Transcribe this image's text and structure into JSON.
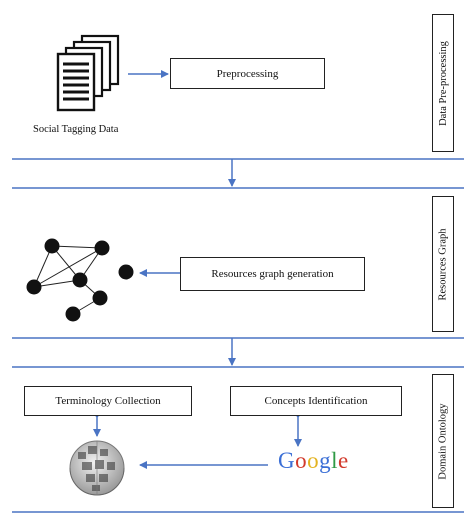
{
  "colors": {
    "arrow": "#4a74c4",
    "separator": "#4a74c4",
    "box_border": "#222222",
    "node": "#111111"
  },
  "section1": {
    "caption": "Social Tagging Data",
    "box_label": "Preprocessing",
    "side_label": "Data Pre-processing",
    "icon": "documents-stack-icon"
  },
  "section2": {
    "box_label": "Resources graph generation",
    "side_label": "Resources Graph",
    "icon": "graph-network-icon"
  },
  "section3": {
    "box_left": "Terminology Collection",
    "box_right": "Concepts Identification",
    "side_label": "Domain Ontology",
    "icon": "wikipedia-globe-icon",
    "google": {
      "g1": "G",
      "o1": "o",
      "o2": "o",
      "g2": "g",
      "l": "l",
      "e": "e"
    }
  }
}
